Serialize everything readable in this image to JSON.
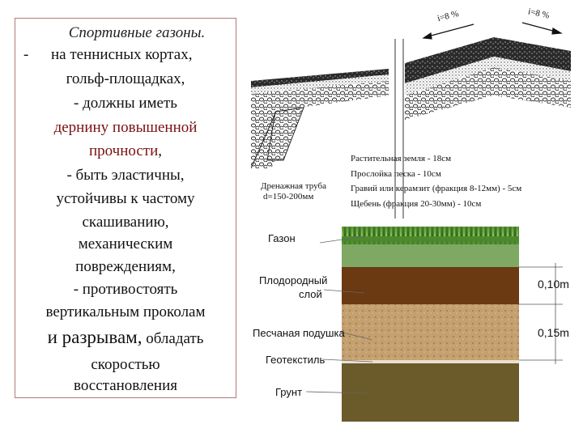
{
  "left_text": {
    "title": "Спортивные газоны.",
    "line1_dash": "-",
    "line1": "на теннисных кортах,",
    "line2": "гольф-площадках,",
    "line3": "-    должны иметь",
    "line4": "дернину повышенной",
    "line5": "прочности",
    "line5_tail": ",",
    "line6": "-      быть эластичны,",
    "line7": "устойчивы к частому",
    "line8": "скашиванию,",
    "line9": "механическим",
    "line10": "повреждениям,",
    "line11": "-      противостоять",
    "line12": "вертикальным проколам",
    "line13a": "и разрывам,",
    "line13b": " обладать",
    "line14": "скоростью",
    "line15": "восстановления"
  },
  "upper_diagram": {
    "slope_left": "i=8 %",
    "slope_right": "i=8 %",
    "pipe_label_1": "Дренажная труба",
    "pipe_label_2": "d=150-200мм",
    "legend": [
      "Растительная земля - 18см",
      "Прослойка песка - 10см",
      "Гравий или керамзит (фракция 8-12мм) - 5см",
      "Щебень (фракция 20-30мм) - 10см"
    ]
  },
  "lower_diagram": {
    "labels": {
      "lawn": "Газон",
      "fertile_1": "Плодородный",
      "fertile_2": "слой",
      "sand": "Песчаная подушка",
      "geotextile": "Геотекстиль",
      "soil": "Грунт"
    },
    "dimensions": {
      "fertile": "0,10m",
      "sand": "0,15m"
    },
    "colors": {
      "grass": "#5a9a3a",
      "turf": "#7aa05a",
      "fertile": "#6b3a12",
      "sand": "#c9a777",
      "soil": "#6b5a2a"
    }
  }
}
